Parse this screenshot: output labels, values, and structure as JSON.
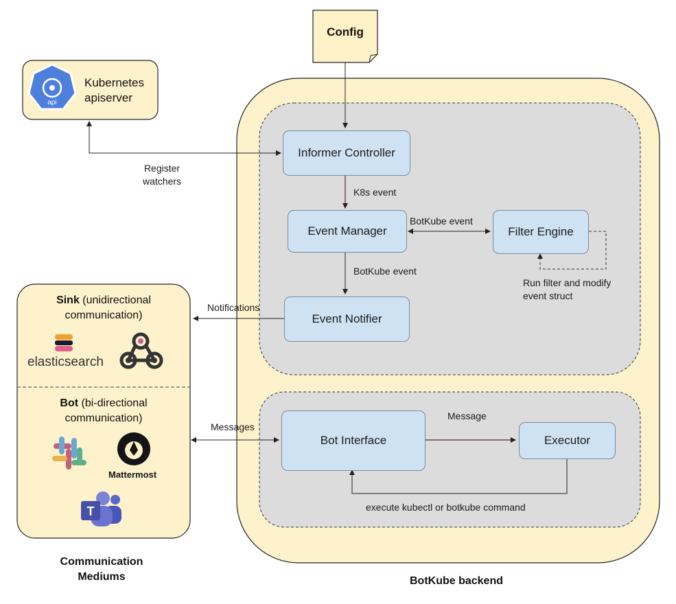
{
  "config": {
    "label": "Config"
  },
  "apiserver": {
    "title_line1": "Kubernetes",
    "title_line2": "apiserver",
    "icon_text": "api"
  },
  "edges": {
    "register_line1": "Register",
    "register_line2": "watchers",
    "k8s_event": "K8s event",
    "botkube_event_1": "BotKube event",
    "botkube_event_2": "BotKube event",
    "run_filter_line1": "Run filter and modify",
    "run_filter_line2": "event struct",
    "notifications": "Notifications",
    "messages": "Messages",
    "message": "Message",
    "execute": "execute kubectl or botkube command"
  },
  "components": {
    "informer": "Informer Controller",
    "event_manager": "Event Manager",
    "filter_engine": "Filter Engine",
    "event_notifier": "Event Notifier",
    "bot_interface": "Bot Interface",
    "executor": "Executor"
  },
  "mediums": {
    "sink_bold": "Sink",
    "sink_rest": " (unidirectional",
    "sink_line2": "communication)",
    "bot_bold": "Bot",
    "bot_rest": " (bi-directional",
    "bot_line2": "communication)",
    "elasticsearch": "elasticsearch",
    "mattermost": "Mattermost",
    "caption_line1": "Communication",
    "caption_line2": "Mediums"
  },
  "backend": {
    "caption": "BotKube backend"
  },
  "colors": {
    "backend_fill": "#fdf2cb",
    "panel_fill": "#dcdcdc",
    "box_fill": "#cfe2f3",
    "config_fill": "#fff2c8",
    "arrow_dark": "#5a2a2a"
  }
}
